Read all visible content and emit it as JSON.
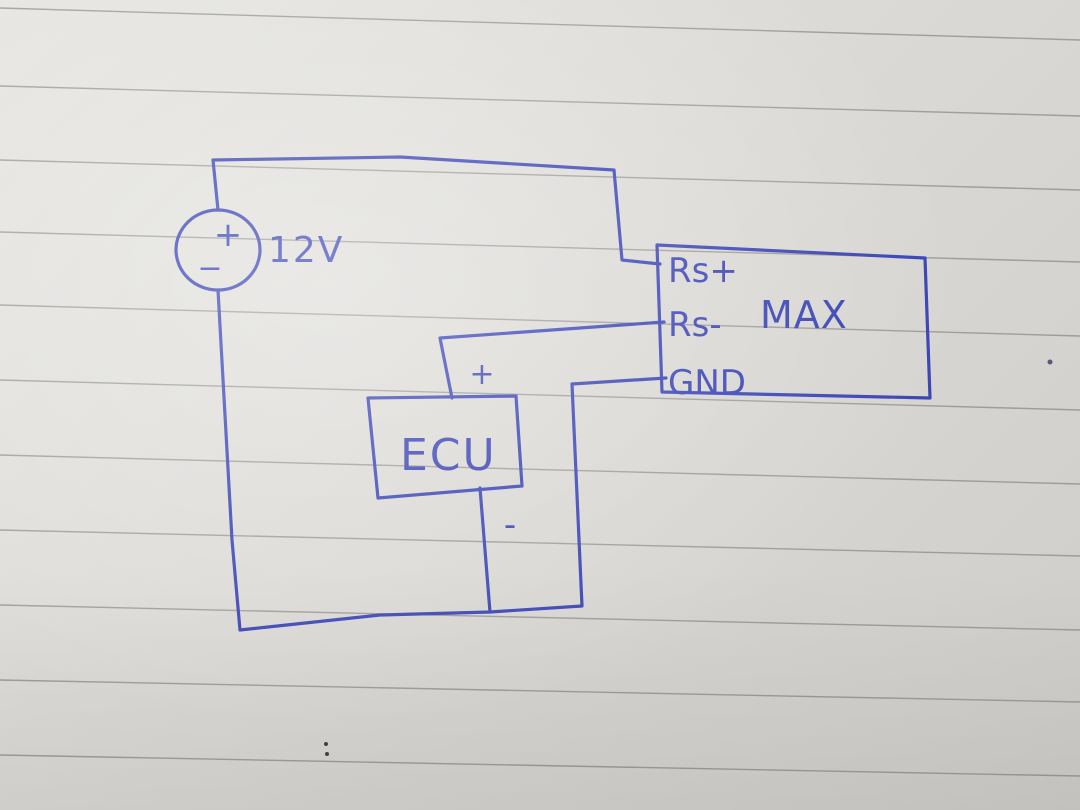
{
  "diagram": {
    "source": {
      "plus": "+",
      "minus": "−",
      "voltage": "12V"
    },
    "max_block": {
      "name": "MAX",
      "pin_rs_plus": "Rs+",
      "pin_rs_minus": "Rs-",
      "pin_gnd": "GND"
    },
    "ecu_block": {
      "name": "ECU",
      "plus": "+",
      "minus": "-"
    }
  },
  "colors": {
    "ink": "#3a44b5",
    "paper": "#e2e1dd",
    "rule": "#8c8a87"
  }
}
